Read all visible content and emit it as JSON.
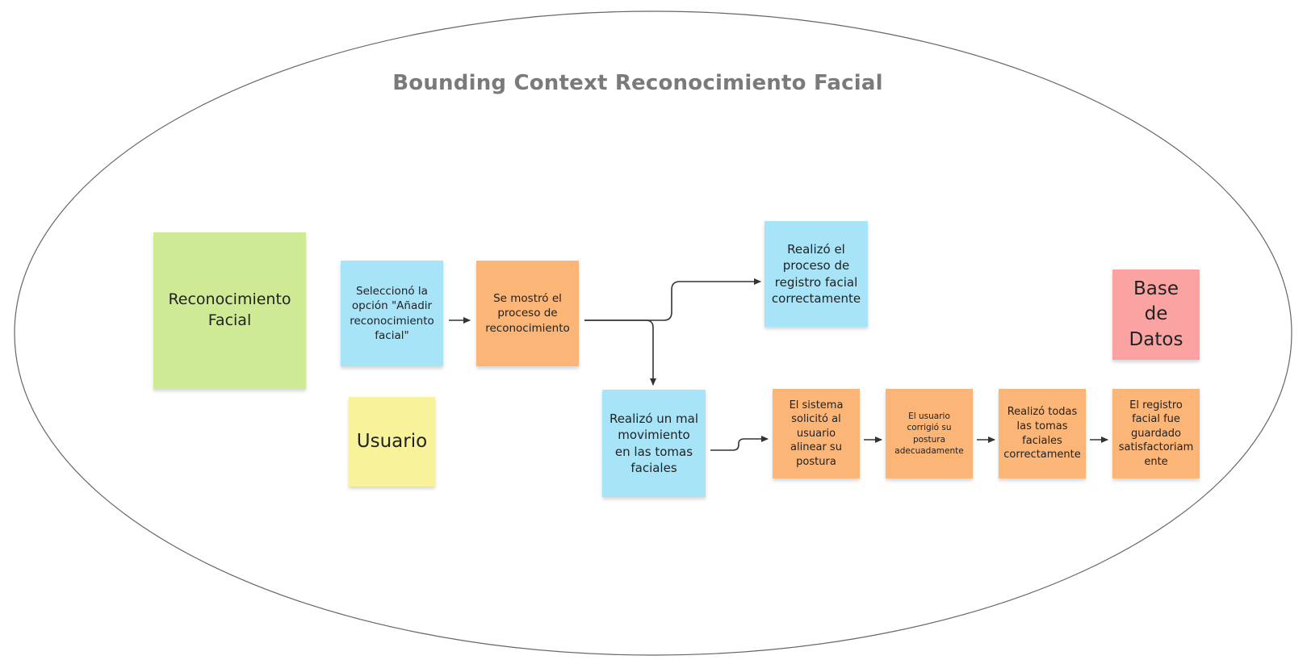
{
  "diagram": {
    "title": "Bounding Context Reconocimiento Facial",
    "colors": {
      "boundary": "#666666",
      "connector": "#333333",
      "title_text": "#7a7a7a",
      "sticky_blue": "#a7e4f8",
      "sticky_orange": "#fbb577",
      "sticky_green": "#cfea95",
      "sticky_yellow": "#f8f29b",
      "sticky_red": "#fba3a3"
    },
    "notes": {
      "context": "Reconocimiento\nFacial",
      "actor": "Usuario",
      "command_select": "Seleccionó la\nopción \"Añadir\nreconocimiento\nfacial\"",
      "event_shown": "Se mostró el\nproceso de\nreconocimiento",
      "command_success": "Realizó el\nproceso de\nregistro facial\ncorrectamente",
      "external_system": "Base de\nDatos",
      "command_bad_move": "Realizó un mal\nmovimiento\nen las tomas\nfaciales",
      "event_align": "El sistema\nsolicitó al\nusuario\nalinear su\npostura",
      "event_corrected": "El usuario\ncorrigió su\npostura\nadecuadamente",
      "event_all_shots": "Realizó todas\nlas tomas\nfaciales\ncorrectamente",
      "event_saved": "El registro\nfacial fue\nguardado\nsatisfactoriam\nente"
    }
  }
}
